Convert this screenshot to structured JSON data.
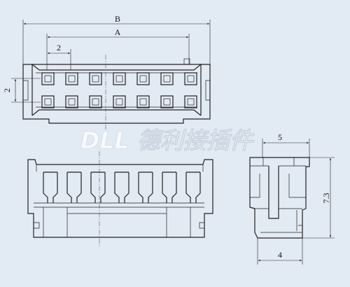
{
  "dimensions": {
    "B": "B",
    "A": "A",
    "pitch_horizontal": "2",
    "pitch_vertical": "2",
    "side_width": "5",
    "side_height": "7.3",
    "side_bottom_width": "4"
  },
  "watermark": {
    "text": "DLL 德利接插件"
  },
  "colors": {
    "background": "#e2eaf4",
    "line": "#222222"
  }
}
